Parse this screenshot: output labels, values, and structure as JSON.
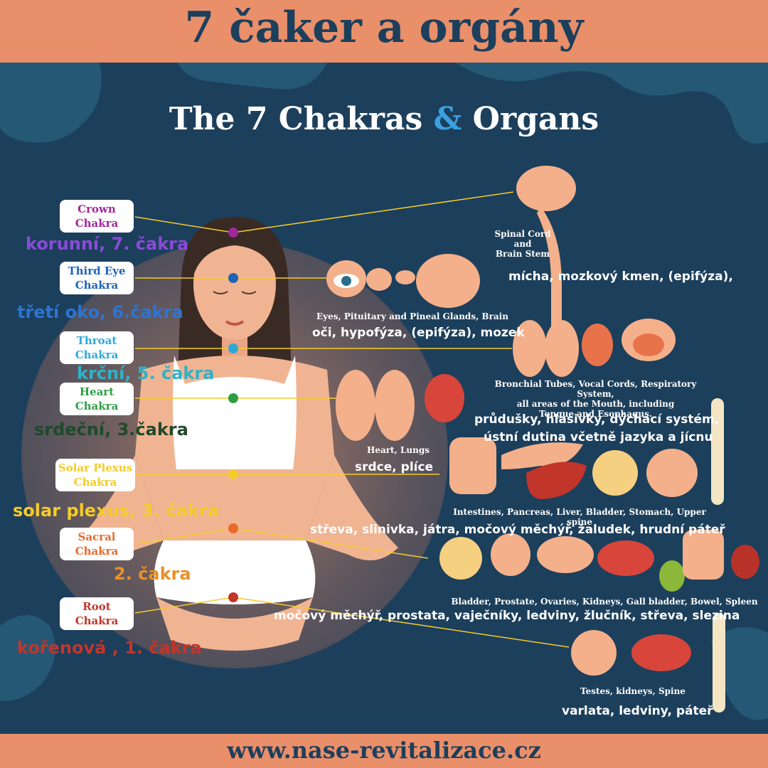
{
  "header": {
    "title": "7 čaker a orgány"
  },
  "heading": {
    "part1": "The 7 Chakras ",
    "amp": "&",
    "part2": " Organs"
  },
  "footer": {
    "url": "www.nase-revitalizace.cz"
  },
  "colors": {
    "background": "#1c3f5c",
    "banner": "#e98f6a",
    "crown": "#a0279a",
    "third_eye": "#1e63b4",
    "throat": "#2fa8d8",
    "heart": "#2e9e44",
    "solar_plexus": "#f5cb2a",
    "sacral": "#e86a2a",
    "root": "#c2352a"
  },
  "chakras": [
    {
      "en": "Crown\nChakra",
      "cz": "korunní, 7. čakra"
    },
    {
      "en": "Third Eye\nChakra",
      "cz": "třetí oko, 6.čakra"
    },
    {
      "en": "Throat\nChakra",
      "cz": "krční, 5. čakra"
    },
    {
      "en": "Heart\nChakra",
      "cz": "srdeční, 3.čakra"
    },
    {
      "en": "Solar Plexus\nChakra",
      "cz": "solar plexus, 3. čakra"
    },
    {
      "en": "Sacral\nChakra",
      "cz": "2. čakra"
    },
    {
      "en": "Root\nChakra",
      "cz": "kořenová , 1. čakra"
    }
  ],
  "organs": [
    {
      "en": "Spinal Cord\nand\nBrain Stem",
      "cz": "mícha, mozkový kmen, (epifýza),"
    },
    {
      "en": "Eyes, Pituitary and Pineal Glands, Brain",
      "cz": "oči, hypofýza, (epifýza), mozek"
    },
    {
      "en": "Bronchial Tubes, Vocal Cords, Respiratory System,\nall areas of the Mouth, including\nTongue and Esophagus.",
      "cz1": "průdušky, hlasivky, dýchací systém,",
      "cz2": "ústní dutina včetně jazyka a jícnu"
    },
    {
      "en": "Heart, Lungs",
      "cz": "srdce, plíce"
    },
    {
      "en": "Intestines, Pancreas, Liver, Bladder, Stomach, Upper spine",
      "cz": "střeva, slinivka, játra, močový měchýř, žaludek, hrudní páteř"
    },
    {
      "en": "Bladder, Prostate, Ovaries, Kidneys, Gall bladder, Bowel, Spleen",
      "cz": "močový měchýř, prostata, vaječníky, ledviny, žlučník, střeva, slezina"
    },
    {
      "en": "Testes, kidneys, Spine",
      "cz": "varlata, ledviny, páteř"
    }
  ]
}
